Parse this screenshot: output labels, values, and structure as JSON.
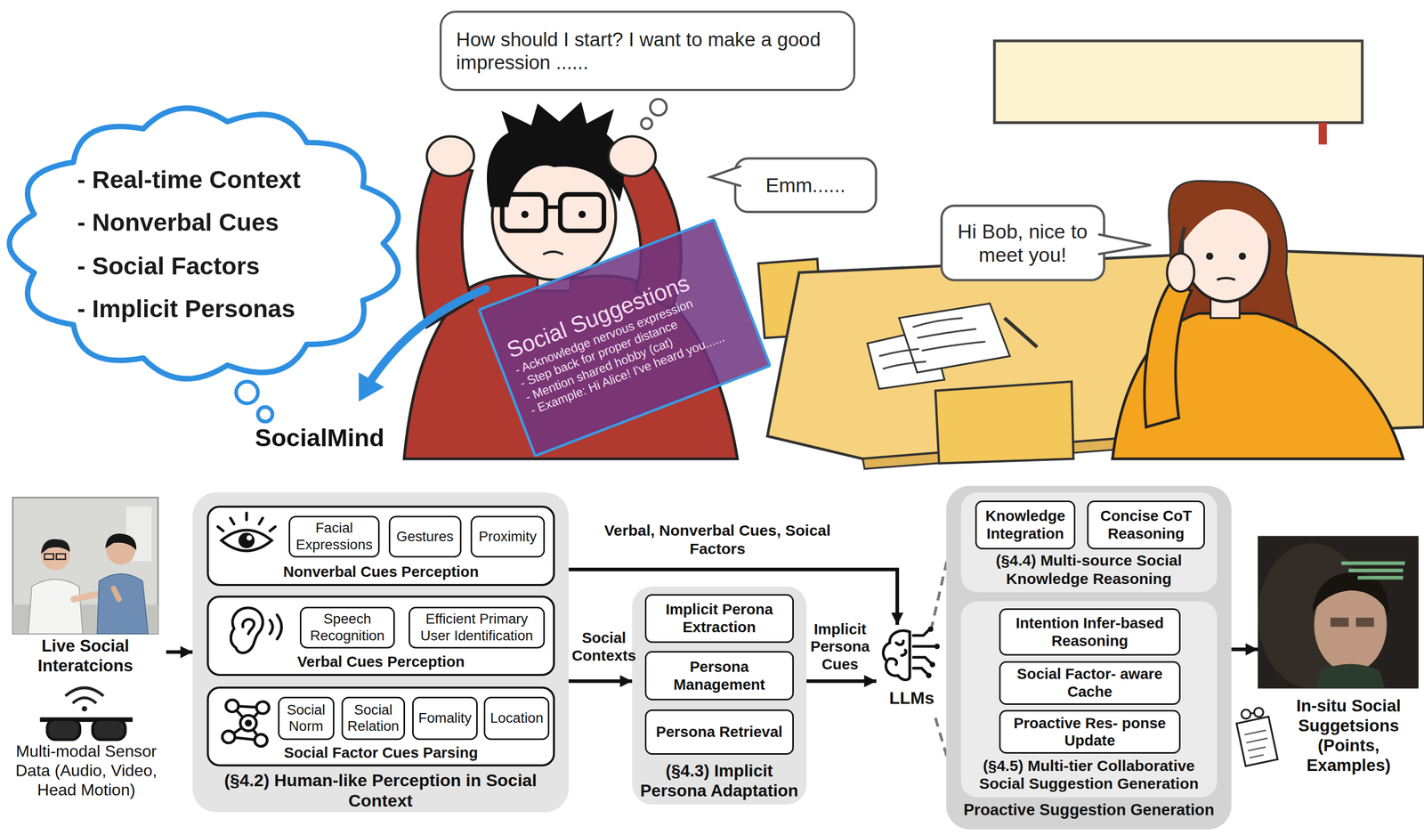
{
  "diagram": {
    "nodes": [
      {
        "text": [
          "- Real-time Context",
          "- Nonverbal Cues",
          "- Social Factors",
          "- Implicit Personas"
        ]
      },
      {
        "text": [
          "How should I start? I want to make a good impression ......"
        ]
      },
      {
        "text": [
          "Social Suggestions",
          "- Acknowledge nervous expression",
          "- Step back for proper distance",
          "- Mention shared hobby (cat)",
          "- Example: Hi Alice! I've heard you......"
        ]
      },
      {
        "text": [
          "Emm......"
        ]
      },
      {
        "text": [
          "Hi Bob, nice to meet you!"
        ]
      },
      {
        "text": [
          "Live Social Interatcions"
        ]
      },
      {
        "text": [
          "(§4.2) Human-like Perception in Social Context"
        ]
      },
      {
        "text": [
          "Nonverbal Cues Perception"
        ],
        "in": 6
      },
      {
        "text": [
          "Facial Expressions"
        ],
        "in": 7
      },
      {
        "text": [
          "Gestures"
        ],
        "in": 7
      },
      {
        "text": [
          "Proximity"
        ],
        "in": 7
      },
      {
        "text": [
          "Verbal Cues Perception"
        ],
        "in": 6
      },
      {
        "text": [
          "Speech Recognition"
        ],
        "in": 11
      },
      {
        "text": [
          "Efficient Primary User Identification"
        ],
        "in": 11
      },
      {
        "text": [
          "Social Factor Cues Parsing"
        ],
        "in": 6
      },
      {
        "text": [
          "Social Norm"
        ],
        "in": 14
      },
      {
        "text": [
          "Social Relation"
        ],
        "in": 14
      },
      {
        "text": [
          "Fomality"
        ],
        "in": 14
      },
      {
        "text": [
          "Location"
        ],
        "in": 14
      },
      {
        "text": [
          "(§4.3) Implicit Persona Adaptation"
        ]
      },
      {
        "text": [
          "Implicit Perona Extraction"
        ],
        "in": 19
      },
      {
        "text": [
          "Persona Management"
        ],
        "in": 19
      },
      {
        "text": [
          "Persona Retrieval"
        ],
        "in": 19
      },
      {
        "text": [
          "LLMs"
        ]
      },
      {
        "text": [
          "Proactive Suggestion Generation"
        ]
      },
      {
        "text": [
          "(§4.4) Multi-source Social Knowledge Reasoning"
        ],
        "in": 24
      },
      {
        "text": [
          "Knowledge Integration"
        ],
        "in": 25
      },
      {
        "text": [
          "Concise CoT Reasoning"
        ],
        "in": 25
      },
      {
        "text": [
          "(§4.5) Multi-tier Collaborative Social Suggestion Generation"
        ],
        "in": 24
      },
      {
        "text": [
          "Intention Infer-based Reasoning"
        ],
        "in": 28
      },
      {
        "text": [
          "Social Factor- aware Cache"
        ],
        "in": 28
      },
      {
        "text": [
          "Proactive Res- ponse Update"
        ],
        "in": 28
      },
      {
        "text": [
          "In-situ Social Suggetsions (Points, Examples)"
        ]
      }
    ],
    "edges": [
      {
        "from": 5,
        "to": 6,
        "arrow": "to"
      },
      {
        "from": 6,
        "to": 23,
        "label": "Verbal, Nonverbal Cues, Soical Factors",
        "arrow": "to"
      },
      {
        "from": 6,
        "to": 19,
        "label": "Social Contexts",
        "arrow": "to"
      },
      {
        "from": 19,
        "to": 23,
        "label": "Implicit Persona Cues",
        "arrow": "to"
      },
      {
        "from": 24,
        "to": 32,
        "arrow": "to"
      }
    ],
    "labels": [
      "SocialMind",
      "Multi-modal Sensor Data (Audio, Video, Head Motion)"
    ]
  }
}
